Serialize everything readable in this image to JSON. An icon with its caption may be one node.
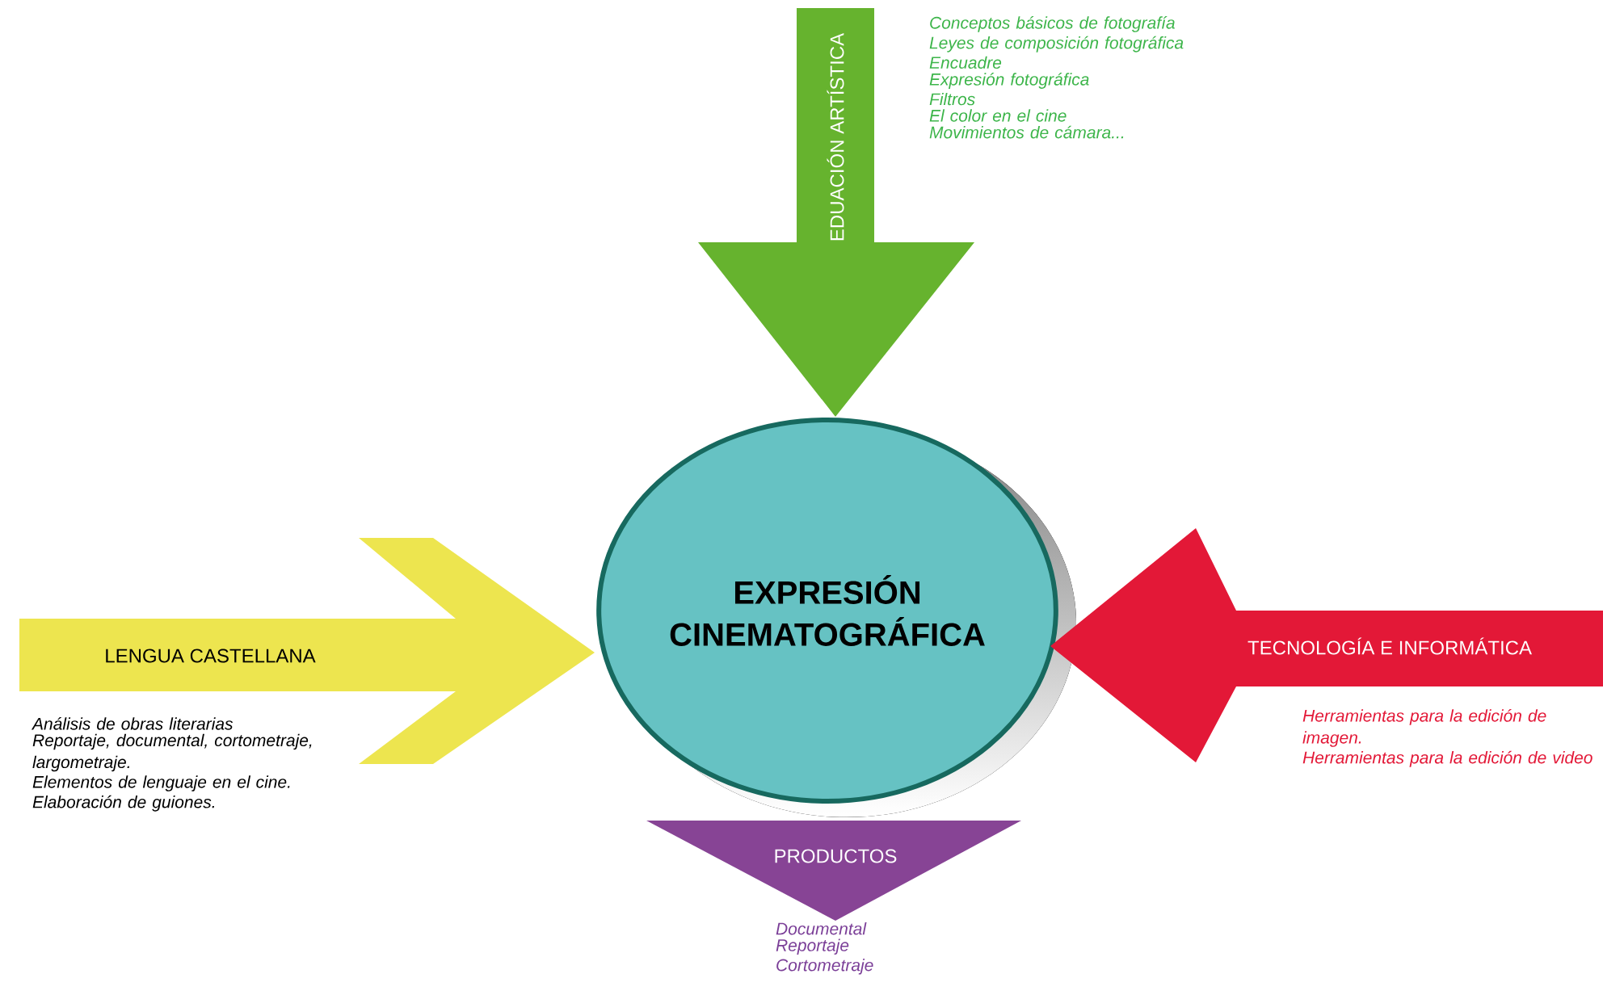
{
  "diagram": {
    "nodes": [
      {
        "text": [
          "EXPRESIÓN CINEMATOGRÁFICA"
        ]
      },
      {
        "text": [
          "EDUACIÓN ARTÍSTICA"
        ],
        "beside": [
          "Conceptos básicos de fotografía",
          "Leyes de composición fotográfica",
          "Encuadre",
          "Expresión fotográfica",
          "Filtros",
          "El color en el cine",
          "Movimientos de cámara..."
        ]
      },
      {
        "text": [
          "LENGUA CASTELLANA"
        ],
        "beside": [
          "Análisis de obras literarias",
          "Reportaje, documental, cortometraje, largometraje.",
          "Elementos de lenguaje en el cine.",
          "Elaboración de guiones."
        ]
      },
      {
        "text": [
          "TECNOLOGÍA E INFORMÁTICA"
        ],
        "beside": [
          "Herramientas para la edición de imagen.",
          "Herramientas para la edición de video"
        ]
      },
      {
        "text": [
          "PRODUCTOS"
        ],
        "beside": [
          "Documental",
          "Reportaje",
          "Cortometraje"
        ]
      }
    ]
  }
}
